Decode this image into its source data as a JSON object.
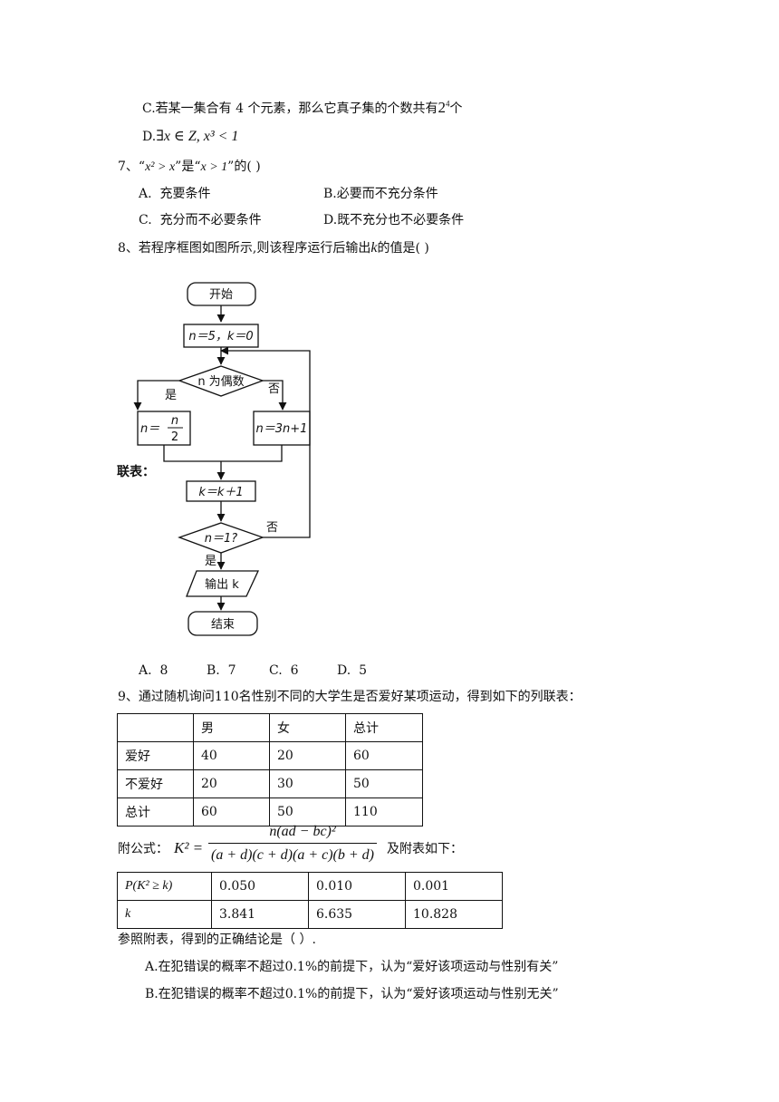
{
  "q6": {
    "optC_label": "C.",
    "optC_text1": "若某一集合有 4 个元素，那么它真子集的个数共有",
    "optC_base": "2",
    "optC_exp": "4",
    "optC_text2": "个",
    "optD_label": "D.",
    "optD_math": "∃x ∈ Z, x³ < 1"
  },
  "q7": {
    "number": "7、",
    "stem1": "“",
    "math1": "x² > x",
    "stem2": "”是“",
    "math2": "x > 1",
    "stem3": "”的(          )",
    "options": [
      {
        "label": "A.",
        "text": "充要条件"
      },
      {
        "label": "B.",
        "text": "必要而不充分条件"
      },
      {
        "label": "C.",
        "text": "充分而不必要条件"
      },
      {
        "label": "D.",
        "text": "既不充分也不必要条件"
      }
    ]
  },
  "q8": {
    "number": "8、",
    "stem1": "若程序框图如图所示,则该程序运行后输出",
    "var": "k",
    "stem2": "的值是(          )",
    "flow": {
      "start": "开始",
      "init": "n＝5，k＝0",
      "cond1": "n 为偶数",
      "yes": "是",
      "no": "否",
      "branch_even_lhs": "n＝",
      "branch_even_num": "n",
      "branch_even_den": "2",
      "branch_odd": "n＝3n+1",
      "increment": "k＝k＋1",
      "cond2": "n＝1?",
      "output": "输出 k",
      "end": "结束",
      "stray": "联表："
    },
    "options": [
      {
        "label": "A.",
        "text": "8"
      },
      {
        "label": "B.",
        "text": "7"
      },
      {
        "label": "C.",
        "text": "6"
      },
      {
        "label": "D.",
        "text": "5"
      }
    ]
  },
  "q9": {
    "number": "9、",
    "stem": "通过随机询问110名性别不同的大学生是否爱好某项运动，得到如下的列联表：",
    "table": {
      "header": [
        "",
        "男",
        "女",
        "总计"
      ],
      "rows": [
        [
          "爱好",
          "40",
          "20",
          "60"
        ],
        [
          "不爱好",
          "20",
          "30",
          "50"
        ],
        [
          "总计",
          "60",
          "50",
          "110"
        ]
      ]
    },
    "formula_prefix": "附公式：",
    "formula_lhs": "K² =",
    "formula_num": "n(ad − bc)²",
    "formula_den": "(a + d)(c + d)(a + c)(b + d)",
    "formula_suffix": "及附表如下：",
    "ref_table": {
      "rows": [
        [
          "P(K² ≥ k)",
          "0.050",
          "0.010",
          "0.001"
        ],
        [
          "k",
          "3.841",
          "6.635",
          "10.828"
        ]
      ]
    },
    "conclusion_stem": "参照附表，得到的正确结论是（          ）.",
    "options": [
      {
        "label": "A.",
        "text": "在犯错误的概率不超过0.1%的前提下，认为“爱好该项运动与性别有关”"
      },
      {
        "label": "B.",
        "text": "在犯错误的概率不超过0.1%的前提下，认为“爱好该项运动与性别无关”"
      }
    ]
  }
}
